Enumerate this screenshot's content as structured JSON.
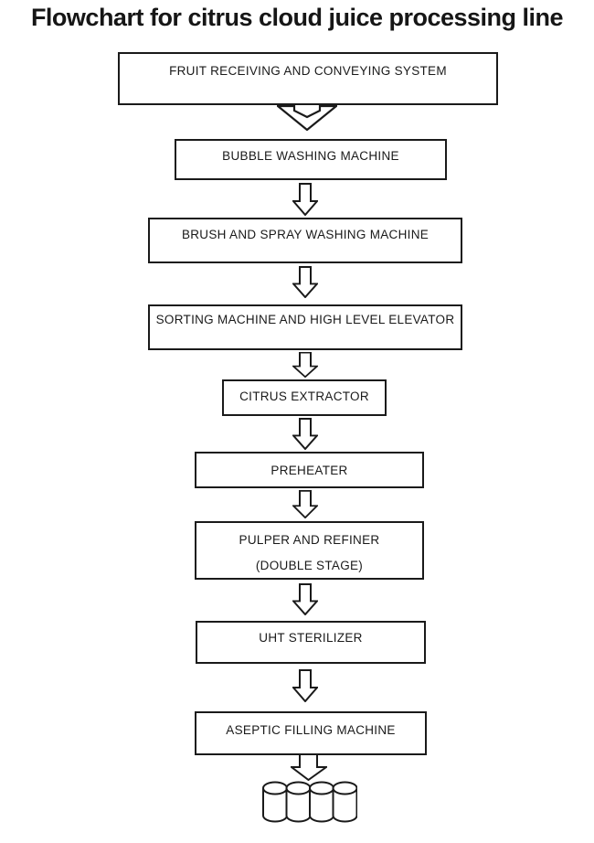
{
  "title": "Flowchart for citrus cloud juice processing line",
  "flow": {
    "steps": [
      {
        "label": "FRUIT RECEIVING AND CONVEYING SYSTEM"
      },
      {
        "label": "BUBBLE WASHING MACHINE"
      },
      {
        "label": "BRUSH AND SPRAY WASHING MACHINE"
      },
      {
        "label": "SORTING MACHINE AND HIGH LEVEL ELEVATOR"
      },
      {
        "label": "CITRUS EXTRACTOR"
      },
      {
        "label": "PREHEATER"
      },
      {
        "label": "PULPER AND REFINER",
        "label2": "(DOUBLE STAGE)"
      },
      {
        "label": "UHT STERILIZER"
      },
      {
        "label": "ASEPTIC FILLING MACHINE"
      }
    ],
    "connector_style": "hollow-down-arrow",
    "first_connector_style": "notched-hollow-down-arrow",
    "terminal_symbol": "four-storage-drums"
  },
  "colors": {
    "ink": "#1a1a1a",
    "background": "#ffffff",
    "shape_fill": "#ffffff"
  }
}
